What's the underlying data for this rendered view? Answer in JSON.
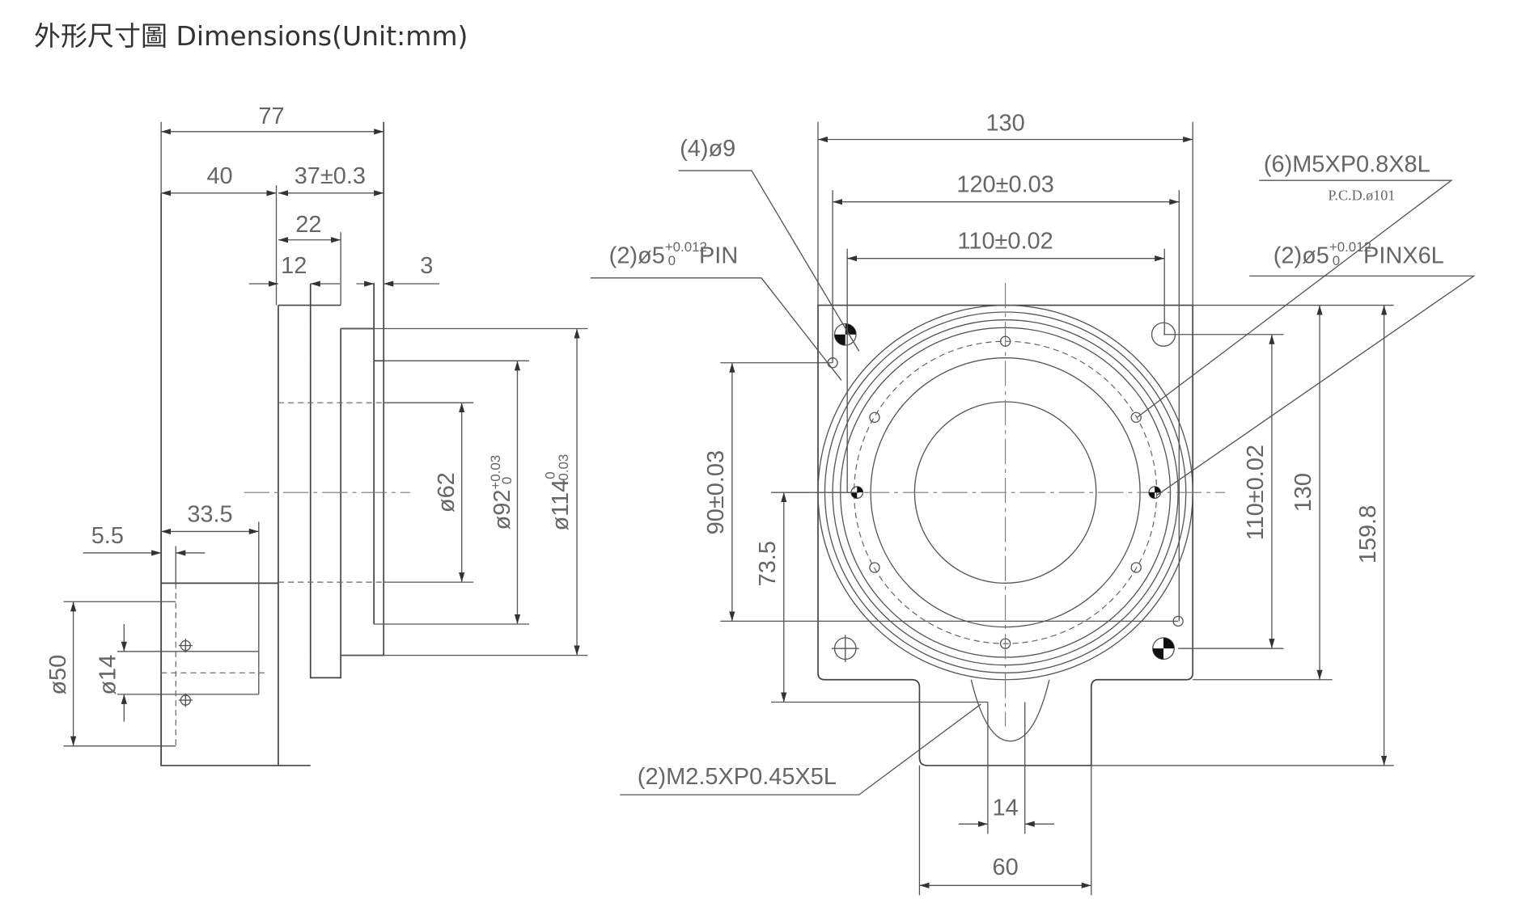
{
  "title": "外形尺寸圖 Dimensions(Unit:mm)",
  "side_view": {
    "dim_total": "77",
    "dim_40": "40",
    "dim_37": "37±0.3",
    "dim_22": "22",
    "dim_12": "12",
    "dim_3": "3",
    "dim_33_5": "33.5",
    "dim_5_5": "5.5",
    "dia_62": "ø62",
    "dia_92": "ø92",
    "dia_92_tol_upper": "+0.03",
    "dia_92_tol_lower": "0",
    "dia_114": "ø114",
    "dia_114_tol_upper": "0",
    "dia_114_tol_lower": "-0.03",
    "dia_50": "ø50",
    "dia_14": "ø14"
  },
  "front_view": {
    "dim_130_top": "130",
    "dim_120": "120±0.03",
    "dim_110_top": "110±0.02",
    "dim_110_right": "110±0.02",
    "dim_130_right": "130",
    "dim_159_8": "159.8",
    "dim_90": "90±0.03",
    "dim_73_5": "73.5",
    "dim_14": "14",
    "dim_60": "60",
    "callouts": {
      "holes_9": "(4)ø9",
      "pin_left": "(2)ø5",
      "pin_left_tol_upper": "+0.012",
      "pin_left_tol_lower": "0",
      "pin_left_suffix": "PIN",
      "thread_m5": "(6)M5XP0.8X8L",
      "pcd": "P.C.D.ø101",
      "pin_right": "(2)ø5",
      "pin_right_tol_upper": "+0.012",
      "pin_right_tol_lower": "0",
      "pin_right_suffix": "PINX6L",
      "thread_m2_5": "(2)M2.5XP0.45X5L"
    }
  }
}
